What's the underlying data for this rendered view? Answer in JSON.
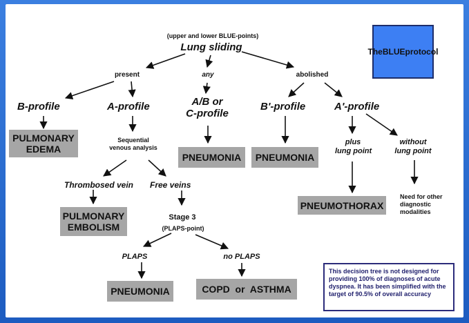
{
  "title_box": {
    "line1": "The",
    "line2": "BLUE",
    "line3": "protocol"
  },
  "root": {
    "note": "(upper and lower BLUE-points)",
    "label": "Lung sliding"
  },
  "branches": {
    "present": "present",
    "any": "any",
    "abolished": "abolished"
  },
  "profiles": {
    "b": "B-profile",
    "a": "A-profile",
    "ab_line1": "A/B or",
    "ab_line2": "C-profile",
    "b_prime": "B'-profile",
    "a_prime": "A'-profile"
  },
  "sequential": {
    "line1": "Sequential",
    "line2": "venous analysis"
  },
  "veins": {
    "thrombosed": "Thrombosed vein",
    "free": "Free veins"
  },
  "stage": {
    "label": "Stage 3",
    "sub": "(PLAPS-point)"
  },
  "plaps": {
    "yes": "PLAPS",
    "no": "no PLAPS"
  },
  "lung_point": {
    "plus_line1": "plus",
    "plus_line2": "lung point",
    "without_line1": "without",
    "without_line2": "lung point"
  },
  "other": {
    "line1": "Need for other",
    "line2": "diagnostic",
    "line3": "modalities"
  },
  "outcomes": {
    "pulmonary_edema_1": "PULMONARY",
    "pulmonary_edema_2": "EDEMA",
    "pneumonia_ab": "PNEUMONIA",
    "pneumonia_b_prime": "PNEUMONIA",
    "pulmonary_embolism_1": "PULMONARY",
    "pulmonary_embolism_2": "EMBOLISM",
    "pneumothorax": "PNEUMOTHORAX",
    "pneumonia_plaps": "PNEUMONIA",
    "copd_asthma": "COPD  or  ASTHMA"
  },
  "note": "This decision tree is not designed for providing 100% of diagnoses of acute dyspnea. It has been simplified with the target of 90.5% of overall accuracy",
  "colors": {
    "frame": "#2d6fd0",
    "outcome_box": "#a6a6a6",
    "title_box": "#3d7ff3",
    "note_text": "#22226e"
  }
}
